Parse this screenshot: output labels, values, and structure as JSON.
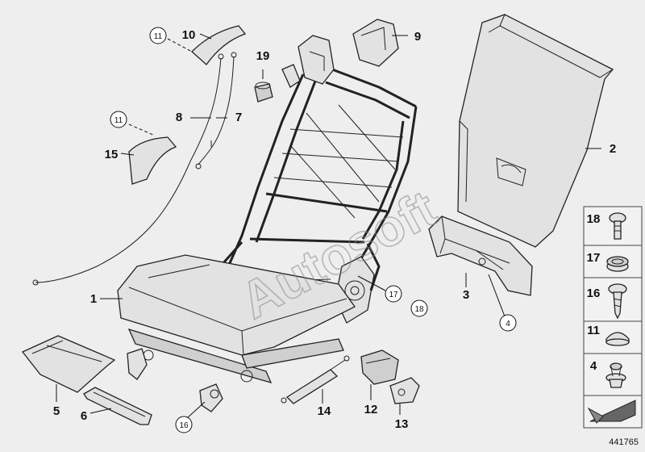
{
  "diagram": {
    "callouts": {
      "c1": "1",
      "c2": "2",
      "c3": "3",
      "c4": "4",
      "c5": "5",
      "c6": "6",
      "c7": "7",
      "c8": "8",
      "c9": "9",
      "c10": "10",
      "c11a": "11",
      "c11b": "11",
      "c12": "12",
      "c13": "13",
      "c14": "14",
      "c15": "15",
      "c16": "16",
      "c17": "17",
      "c18": "18",
      "c19": "19"
    },
    "legend": [
      {
        "label": "18",
        "icon": "bolt-icon"
      },
      {
        "label": "17",
        "icon": "grommet-icon"
      },
      {
        "label": "16",
        "icon": "screw-icon"
      },
      {
        "label": "11",
        "icon": "cap-icon"
      },
      {
        "label": "4",
        "icon": "clip-icon"
      }
    ],
    "watermark": "Autosoft",
    "diagram_id": "441765",
    "colors": {
      "background": "#eeeeee",
      "line": "#222222"
    }
  }
}
